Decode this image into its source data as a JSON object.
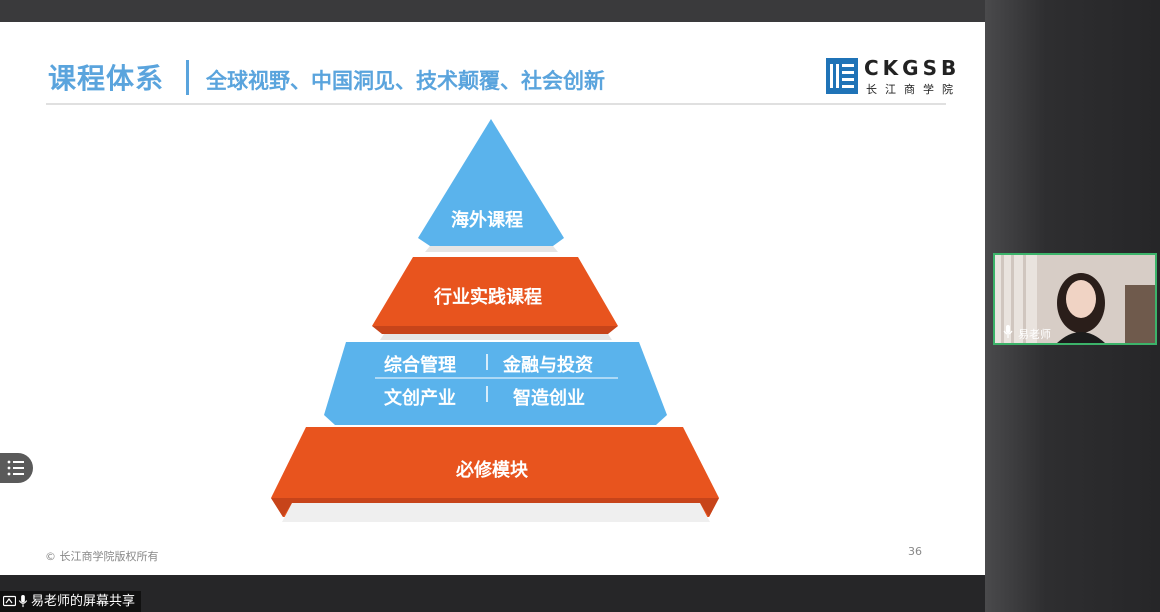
{
  "slide": {
    "title": "课程体系",
    "subtitle": "全球视野、中国洞见、技术颠覆、社会创新",
    "logo": {
      "letters": "CKGSB",
      "chinese": "长江商学院"
    },
    "pyramid": {
      "tier1": "海外课程",
      "tier2": "行业实践课程",
      "tier3": {
        "row1_left": "综合管理",
        "row1_right": "金融与投资",
        "row2_left": "文创产业",
        "row2_right": "智造创业"
      },
      "tier4": "必修模块"
    },
    "copyright": "© 长江商学院版权所有",
    "page_number": "36"
  },
  "participant": {
    "name": "易老师"
  },
  "share_status": "易老师的屏幕共享",
  "colors": {
    "blue": "#5aa4dd",
    "orange": "#e8541e",
    "active_border": "#3cb36a"
  }
}
